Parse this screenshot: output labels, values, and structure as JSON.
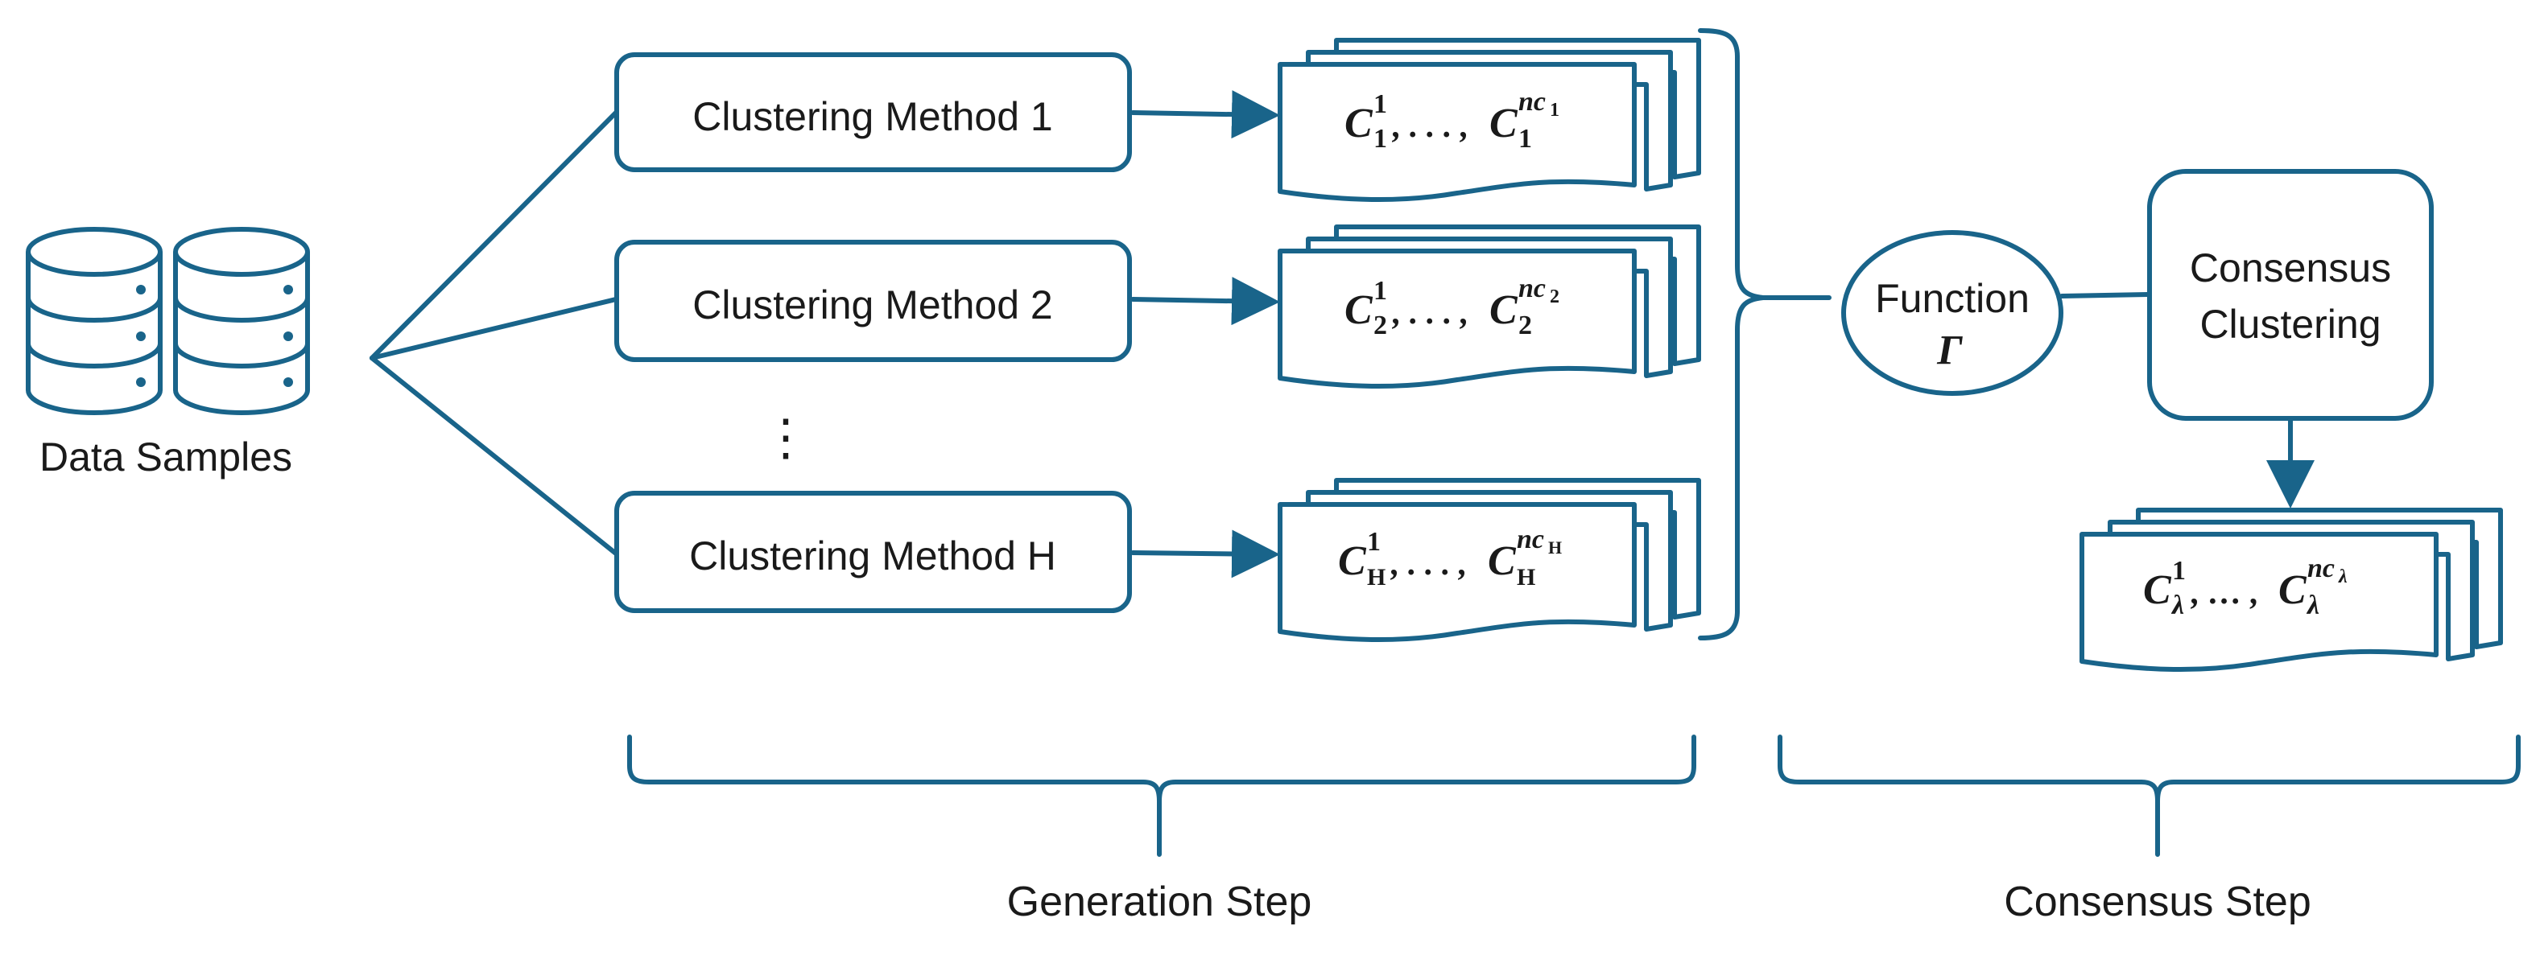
{
  "data_source": {
    "label": "Data Samples",
    "icon": "database-icon"
  },
  "methods": [
    {
      "label": "Clustering Method 1",
      "output": {
        "base": "C",
        "sub_first": "1",
        "sup_first": "1",
        "sup_last": "nc",
        "sup_last_sub": "1",
        "sub_last": "1",
        "sep": ", . . . , "
      }
    },
    {
      "label": "Clustering Method 2",
      "output": {
        "base": "C",
        "sub_first": "2",
        "sup_first": "1",
        "sup_last": "nc",
        "sup_last_sub": "2",
        "sub_last": "2",
        "sep": ", . . . , "
      }
    },
    {
      "label": "Clustering Method H",
      "output": {
        "base": "C",
        "sub_first": "H",
        "sup_first": "1",
        "sup_last": "nc",
        "sup_last_sub": "H",
        "sub_last": "H",
        "sep": ", . . . , "
      }
    }
  ],
  "ellipsis": "⋮",
  "function": {
    "label": "Function",
    "symbol": "Γ"
  },
  "consensus": {
    "line1": "Consensus",
    "line2": "Clustering"
  },
  "consensus_output": {
    "base": "C",
    "sub_first": "λ",
    "sup_first": "1",
    "sup_last": "nc",
    "sup_last_sub": "λ",
    "sub_last": "λ",
    "sep": ", … , "
  },
  "steps": {
    "generation": "Generation Step",
    "consensus": "Consensus Step"
  },
  "colors": {
    "accent": "#19648a",
    "text": "#1a1a1a",
    "background": "#ffffff"
  }
}
